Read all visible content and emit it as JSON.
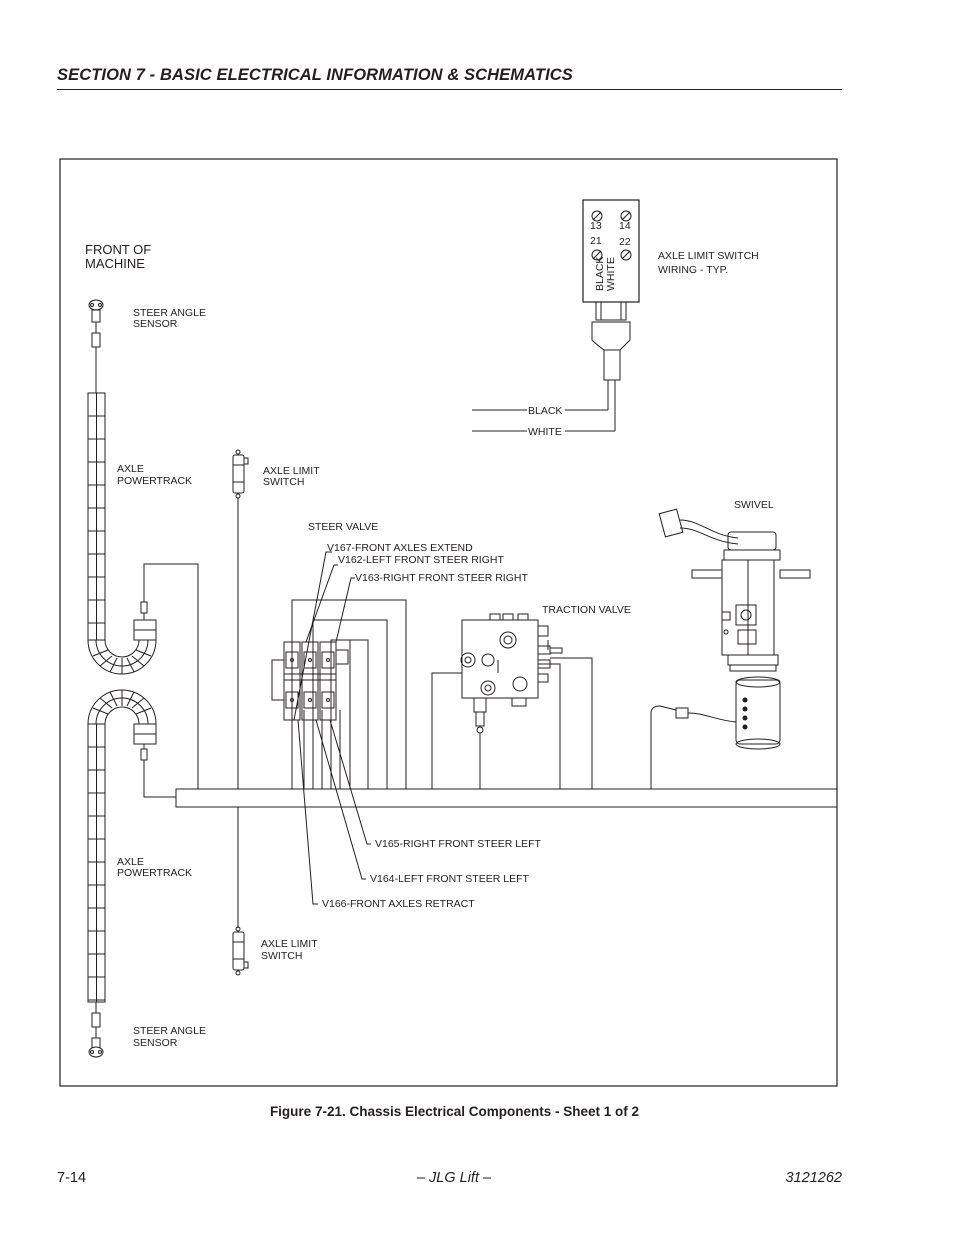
{
  "header": {
    "section_title": "SECTION 7 - BASIC ELECTRICAL INFORMATION & SCHEMATICS"
  },
  "diagram": {
    "front_label_1": "FRONT OF",
    "front_label_2": "MACHINE",
    "steer_angle_sensor_1": "STEER ANGLE",
    "steer_angle_sensor_2": "SENSOR",
    "axle_powertrack_1": "AXLE",
    "axle_powertrack_2": "POWERTRACK",
    "axle_limit_switch_1": "AXLE LIMIT",
    "axle_limit_switch_2": "SWITCH",
    "switch_wiring_1": "AXLE LIMIT SWITCH",
    "switch_wiring_2": "WIRING - TYP.",
    "terminal_13": "13",
    "terminal_14": "14",
    "terminal_21": "21",
    "terminal_22": "22",
    "wire_black": "BLACK",
    "wire_white": "WHITE",
    "steer_valve": "STEER VALVE",
    "v167": "V167-FRONT AXLES EXTEND",
    "v162": "V162-LEFT FRONT STEER RIGHT",
    "v163": "V163-RIGHT FRONT STEER RIGHT",
    "v165": "V165-RIGHT FRONT STEER LEFT",
    "v164": "V164-LEFT FRONT STEER LEFT",
    "v166": "V166-FRONT AXLES RETRACT",
    "traction_valve": "TRACTION VALVE",
    "swivel": "SWIVEL"
  },
  "caption": "Figure 7-21.  Chassis Electrical Components - Sheet 1 of 2",
  "footer": {
    "page_number": "7-14",
    "publisher": "– JLG Lift –",
    "doc_number": "3121262"
  }
}
